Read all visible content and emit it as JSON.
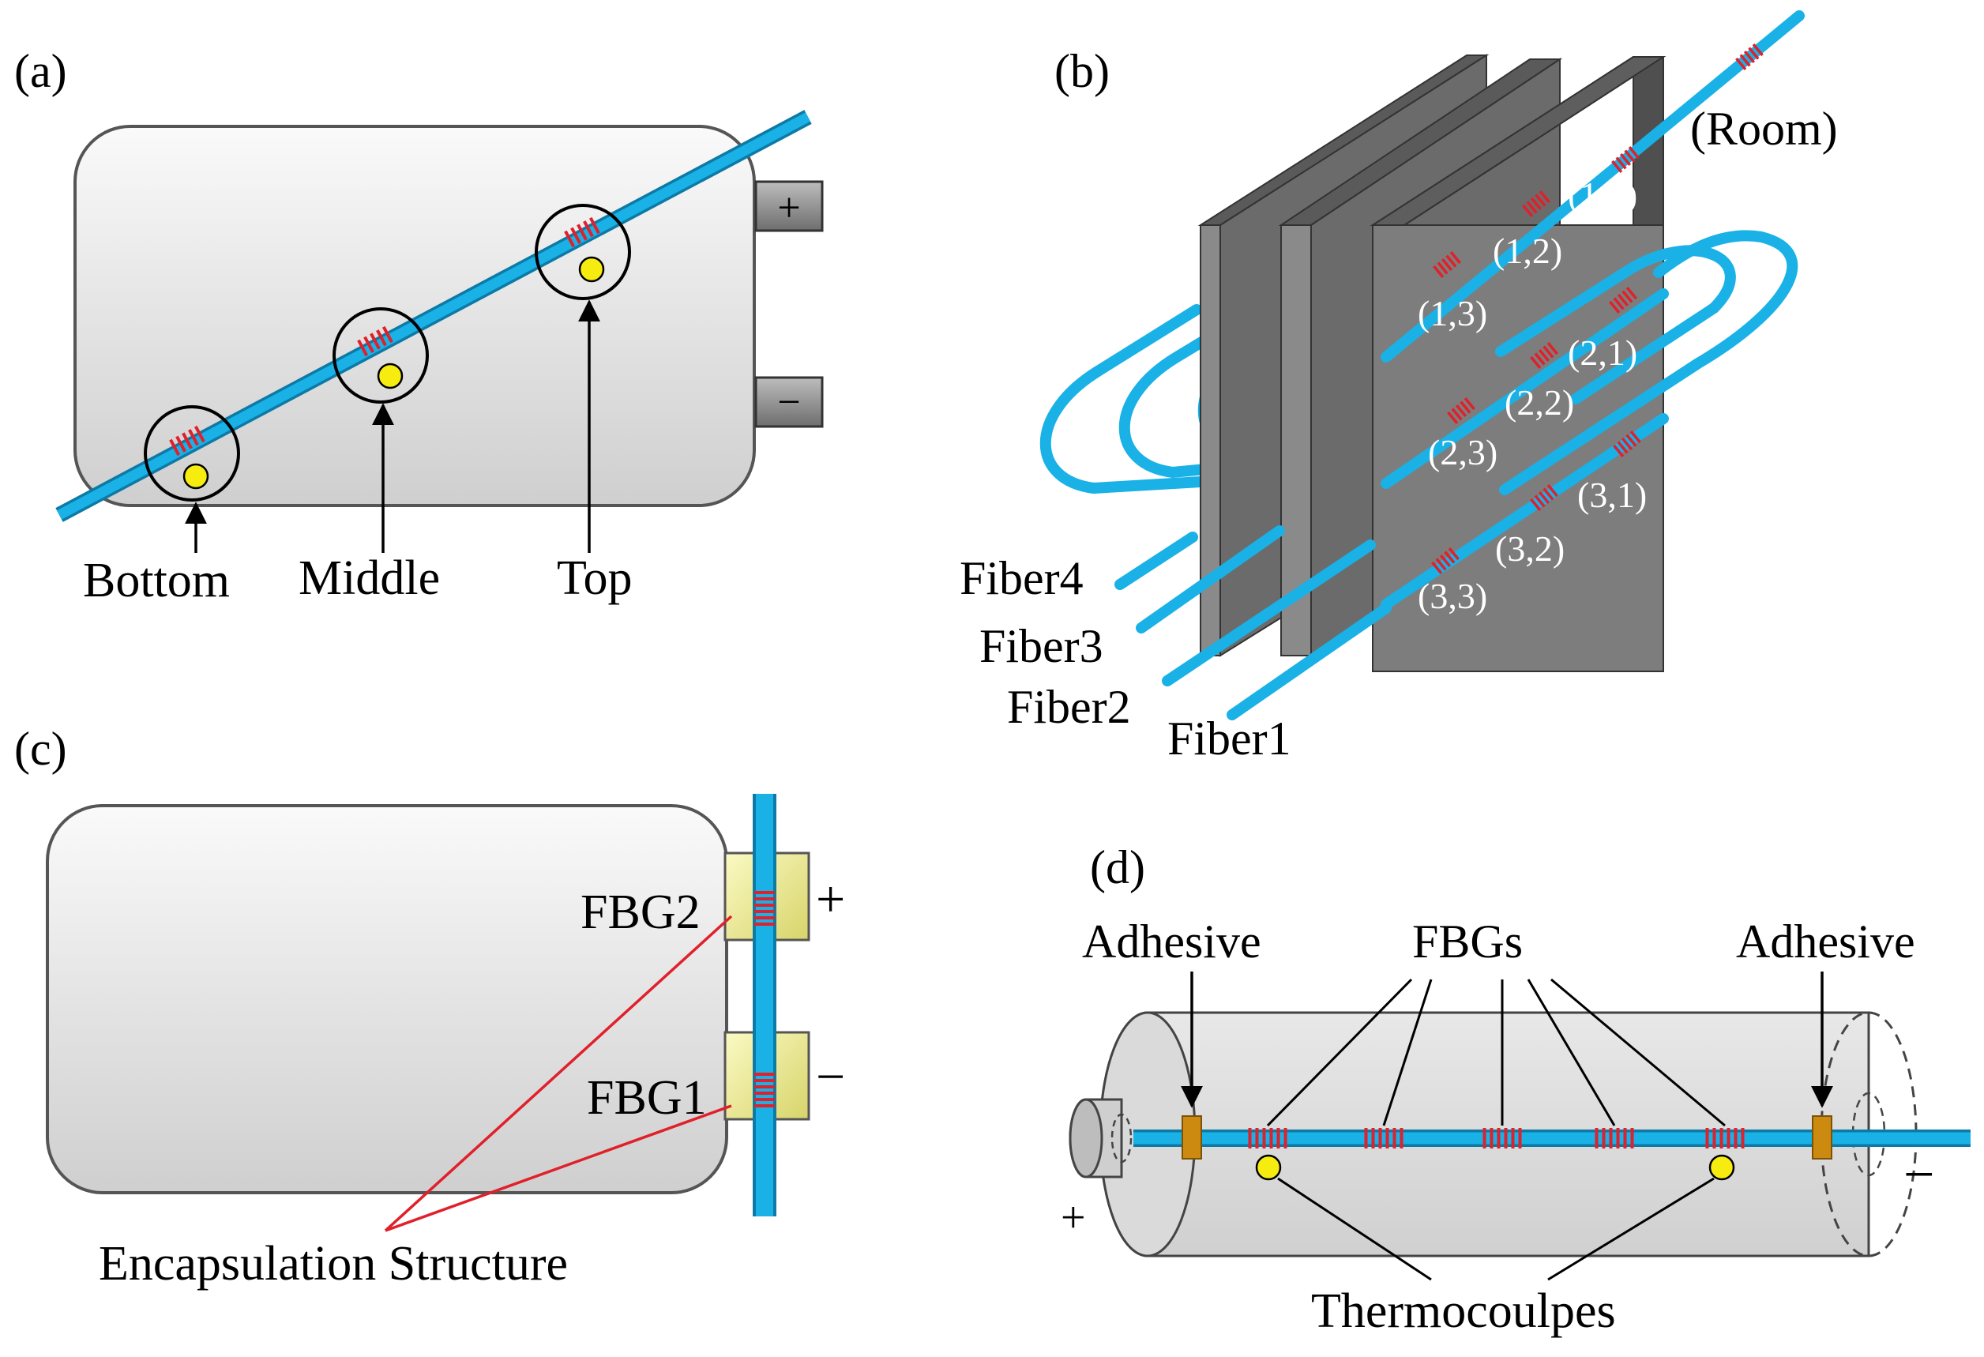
{
  "colors": {
    "fiber": "#19b1e6",
    "grating": "#e0202a",
    "thermocouple": "#f7ec10",
    "plate": "#7d7d7d",
    "cell_body": "#e4e4e4",
    "terminal": "#8a8a8a",
    "encapsulation": "#f2f098",
    "adhesive": "#cc8a10",
    "leader_red": "#e0202a"
  },
  "panel_a": {
    "tag": "(a)",
    "terminal_plus": "+",
    "terminal_minus": "−",
    "labels": [
      "Bottom",
      "Middle",
      "Top"
    ]
  },
  "panel_b": {
    "tag": "(b)",
    "room_label": "(Room)",
    "fiber_labels": [
      "Fiber4",
      "Fiber3",
      "Fiber2",
      "Fiber1"
    ],
    "sensor_labels": [
      "(1,1)",
      "(1,2)",
      "(1,3)",
      "(2,1)",
      "(2,2)",
      "(2,3)",
      "(3,1)",
      "(3,2)",
      "(3,3)"
    ]
  },
  "panel_c": {
    "tag": "(c)",
    "fbg2": "FBG2",
    "fbg1": "FBG1",
    "plus": "+",
    "minus": "−",
    "encapsulation_label": "Encapsulation Structure"
  },
  "panel_d": {
    "tag": "(d)",
    "adhesive_left": "Adhesive",
    "fbgs": "FBGs",
    "adhesive_right": "Adhesive",
    "plus": "+",
    "minus": "−",
    "thermocouples": "Thermocoulpes"
  }
}
